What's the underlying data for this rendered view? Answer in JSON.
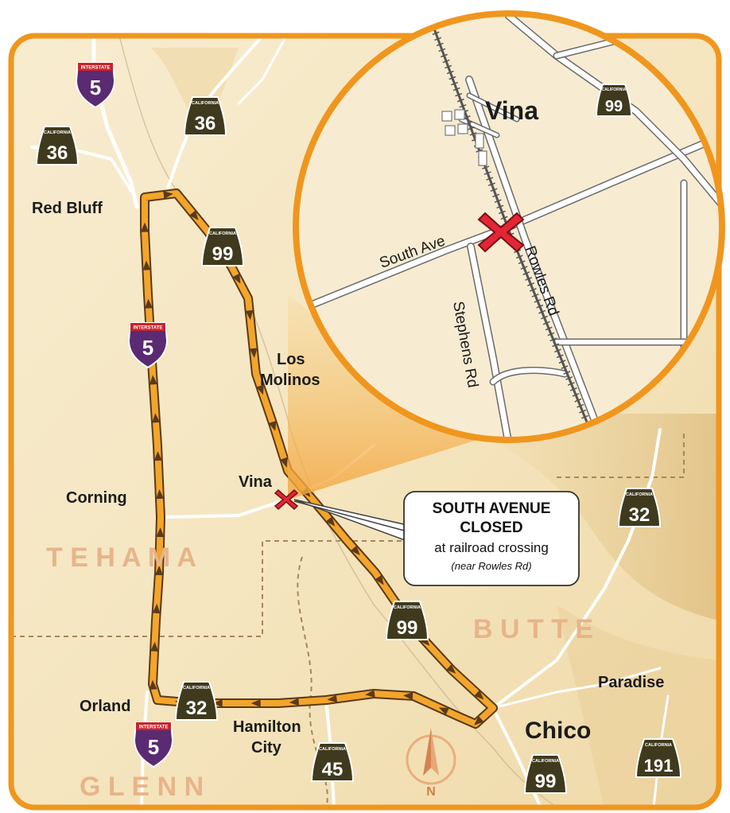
{
  "places": {
    "red_bluff": "Red Bluff",
    "los_molinos_1": "Los",
    "los_molinos_2": "Molinos",
    "vina": "Vina",
    "corning": "Corning",
    "orland": "Orland",
    "hamilton_city_1": "Hamilton",
    "hamilton_city_2": "City",
    "chico": "Chico",
    "paradise": "Paradise"
  },
  "counties": {
    "tehama": "T E H A M A",
    "butte": "B U T T E",
    "glenn": "G L E N N"
  },
  "inset": {
    "town": "Vina",
    "roads": {
      "south_ave": "South Ave",
      "rowles_rd": "Rowles Rd",
      "stephens_rd": "Stephens Rd"
    },
    "shield_99": "99"
  },
  "shields": {
    "interstate_tag": "INTERSTATE",
    "california_tag": "CALIFORNIA",
    "i5_top": "5",
    "i5_mid": "5",
    "i5_bottom": "5",
    "ca36_top": "36",
    "ca36_left": "36",
    "ca99_north": "99",
    "ca99_mid": "99",
    "ca99_chico": "99",
    "ca32_orland": "32",
    "ca32_east": "32",
    "ca45": "45",
    "ca191": "191"
  },
  "callout": {
    "line1": "SOUTH AVENUE",
    "line2": "CLOSED",
    "line3": "at railroad crossing",
    "line4": "(near Rowles Rd)"
  },
  "compass": {
    "letter": "N"
  },
  "colors": {
    "map_bg": "#f6e8c6",
    "border": "#f0961e",
    "detour": "#f3a52b",
    "closure": "#e32636",
    "road": "#ffffff",
    "interstate": "#5a2a72",
    "state_route": "#3f3a1e"
  }
}
